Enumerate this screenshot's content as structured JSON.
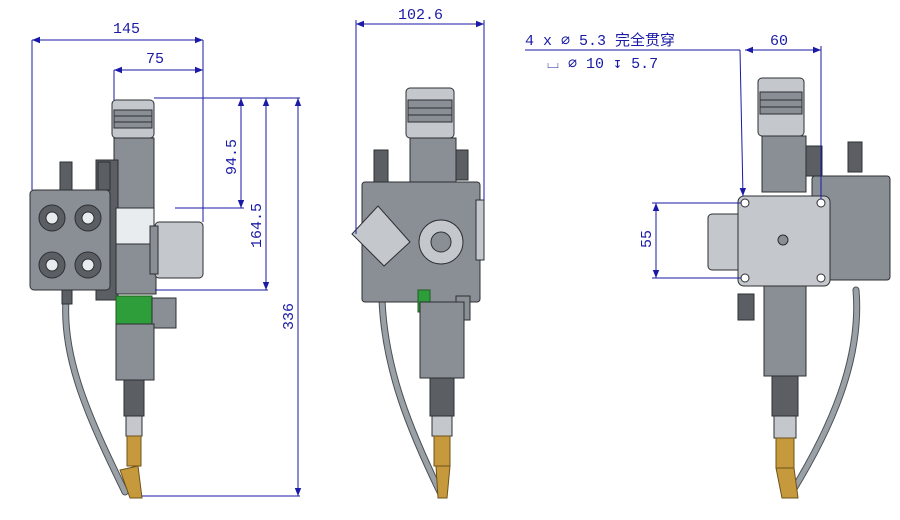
{
  "dimensions": {
    "view1_width_total": "145",
    "view1_width_partial": "75",
    "view1_height_94": "94.5",
    "view1_height_164": "164.5",
    "view1_height_336": "336",
    "view2_width": "102.6",
    "view3_hole_spec": "4 x ∅ 5.3 完全贯穿",
    "view3_counterbore": "⌴ ∅ 10 ↧ 5.7",
    "view3_width": "60",
    "view3_height": "55"
  },
  "colors": {
    "dimension": "#1a1aa6",
    "accent_green": "#2e9e3a",
    "nozzle_gold": "#c69a3c"
  }
}
